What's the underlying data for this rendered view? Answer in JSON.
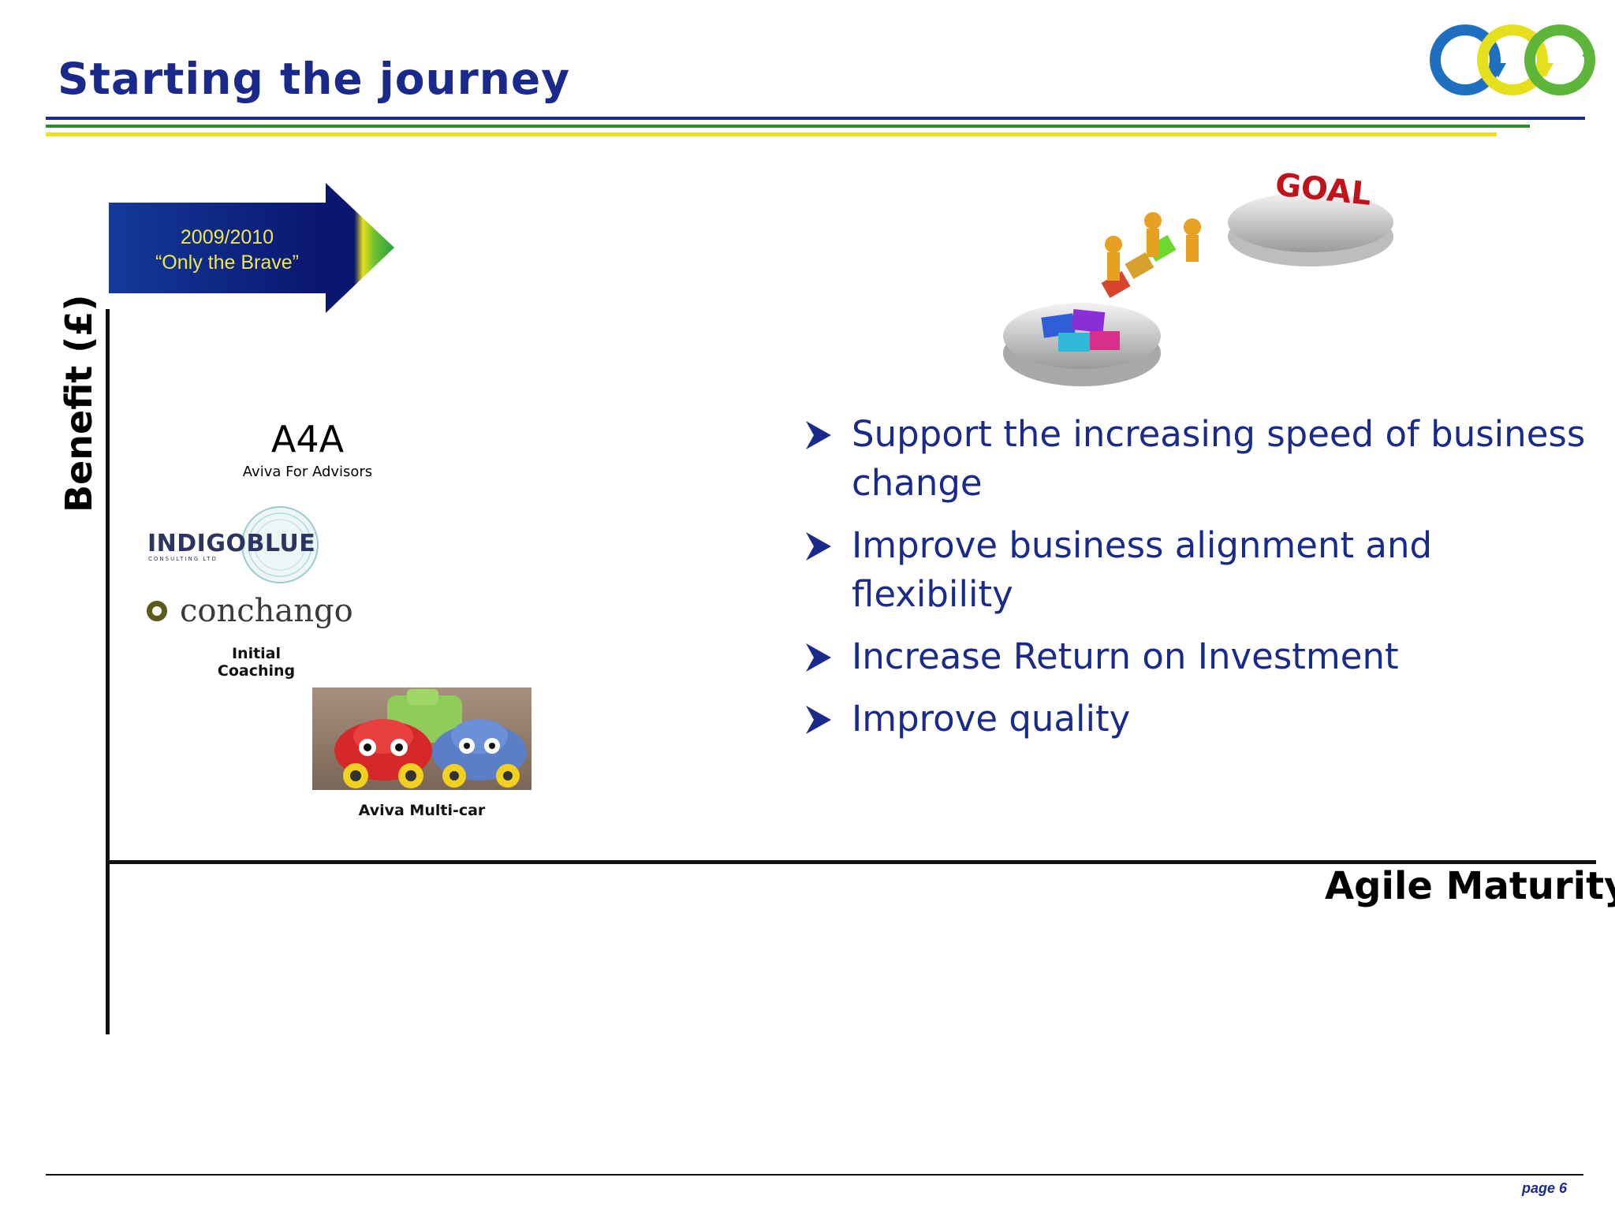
{
  "slide": {
    "title": "Starting the journey",
    "page_label": "page 6"
  },
  "banner": {
    "line1": "2009/2010",
    "line2": "“Only the Brave”"
  },
  "axes": {
    "y_label": "Benefit (£)",
    "x_label": "Agile Maturity"
  },
  "items": {
    "a4a_title": "A4A",
    "a4a_sub": "Aviva For Advisors",
    "indigoblue": "INDIGOBLUE",
    "indigoblue_sub": "CONSULTING LTD",
    "conchango": "conchango",
    "coaching": "Initial Coaching",
    "multicar": "Aviva Multi-car"
  },
  "goal_image": {
    "label": "GOAL"
  },
  "bullets": [
    "Support the increasing speed of business change",
    "Improve business alignment and flexibility",
    "Increase Return on Investment",
    "Improve quality"
  ],
  "colors": {
    "title_blue": "#1a2a8c",
    "rule_green": "#2e8b2e",
    "rule_yellow": "#e8e020",
    "banner_text": "#f0e84a"
  }
}
